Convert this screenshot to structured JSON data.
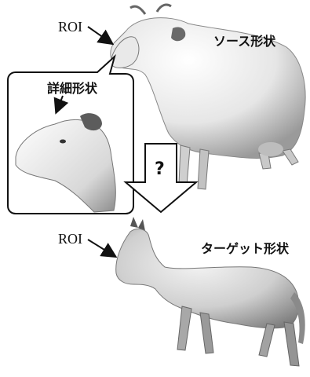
{
  "labels": {
    "roi_source": "ROI",
    "source_shape": "ソース形状",
    "detail_shape": "詳細形状",
    "question_mark": "?",
    "roi_target": "ROI",
    "target_shape": "ターゲット形状"
  }
}
